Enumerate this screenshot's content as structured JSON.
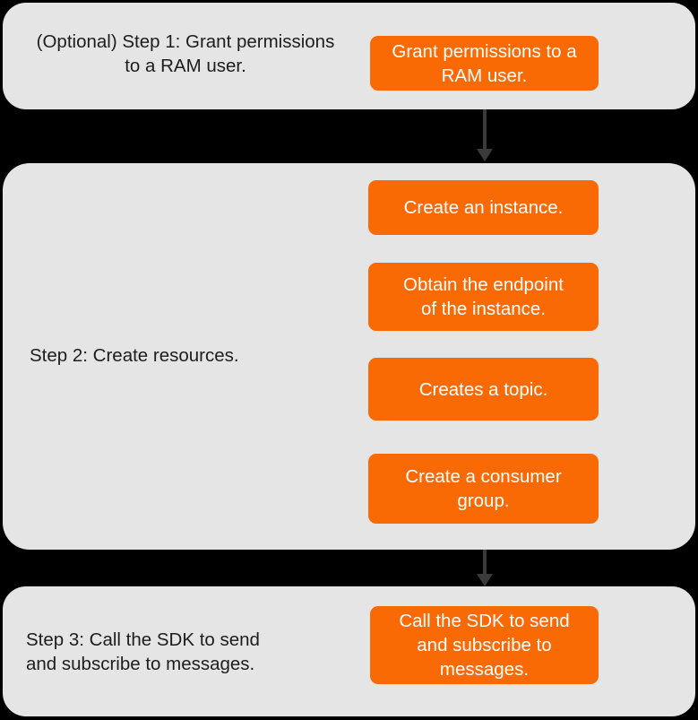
{
  "diagram": {
    "background_color": "#000000",
    "panel_color": "#e5e5e5",
    "accent_color": "#f96a04",
    "arrow_color": "#3a3a3a",
    "text_color": "#1d1d1d",
    "box_text_color": "#ffffff",
    "steps": [
      {
        "id": "step-1",
        "label": "(Optional) Step 1: Grant permissions\nto a RAM user.",
        "actions": [
          {
            "id": "action-grant-permissions",
            "label": "Grant permissions to a\nRAM user."
          }
        ]
      },
      {
        "id": "step-2",
        "label": "Step 2: Create resources.",
        "actions": [
          {
            "id": "action-create-instance",
            "label": "Create an instance."
          },
          {
            "id": "action-obtain-endpoint",
            "label": "Obtain the endpoint\nof the instance."
          },
          {
            "id": "action-create-topic",
            "label": "Creates a topic."
          },
          {
            "id": "action-create-consumer-group",
            "label": "Create a consumer\ngroup."
          }
        ]
      },
      {
        "id": "step-3",
        "label": "Step 3: Call the SDK to send\nand subscribe to messages.",
        "actions": [
          {
            "id": "action-call-sdk",
            "label": "Call the SDK to send\nand subscribe to\nmessages."
          }
        ]
      }
    ],
    "connectors": [
      {
        "id": "connector-step1-step2",
        "from": "step-1",
        "to": "step-2",
        "direction": "down"
      },
      {
        "id": "connector-step2-step3",
        "from": "step-2",
        "to": "step-3",
        "direction": "down"
      }
    ]
  }
}
